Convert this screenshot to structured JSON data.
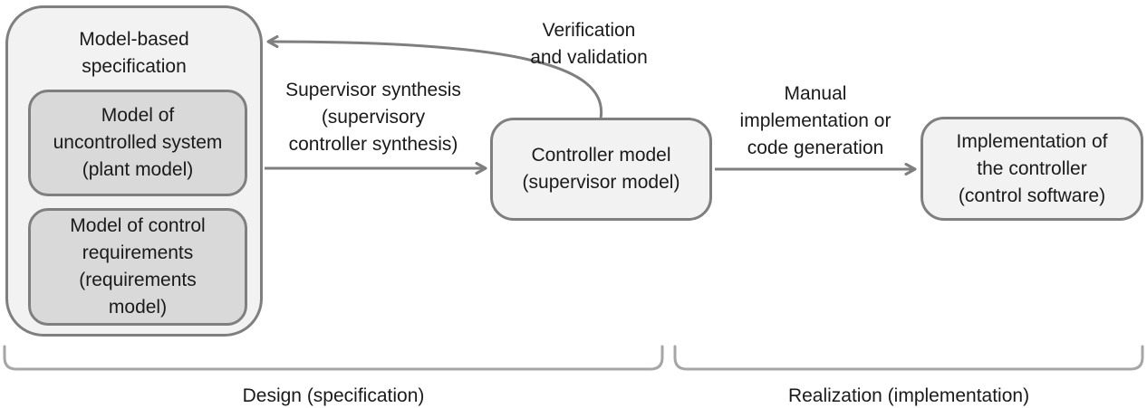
{
  "diagram": {
    "colors": {
      "box_border": "#7f7f7f",
      "box_fill_light": "#f2f2f2",
      "box_fill_dark": "#d9d9d9",
      "arrow": "#7f7f7f",
      "bracket": "#a6a6a6",
      "text": "#1a1a1a",
      "background": "#ffffff"
    },
    "boxes": {
      "model_based_spec": {
        "title": "Model-based\nspecification"
      },
      "uncontrolled_system": {
        "label": "Model of\nuncontrolled system\n(plant model)"
      },
      "control_requirements": {
        "label": "Model of control\nrequirements\n(requirements\nmodel)"
      },
      "controller_model": {
        "label": "Controller model\n(supervisor model)"
      },
      "implementation": {
        "label": "Implementation of\nthe controller\n(control software)"
      }
    },
    "arrows": {
      "supervisor_synthesis": {
        "label": "Supervisor synthesis\n(supervisory\ncontroller synthesis)"
      },
      "verification": {
        "label": "Verification\nand validation"
      },
      "manual_implementation": {
        "label": "Manual\nimplementation or\ncode generation"
      }
    },
    "phases": {
      "design": {
        "label": "Design (specification)"
      },
      "realization": {
        "label": "Realization (implementation)"
      }
    }
  }
}
